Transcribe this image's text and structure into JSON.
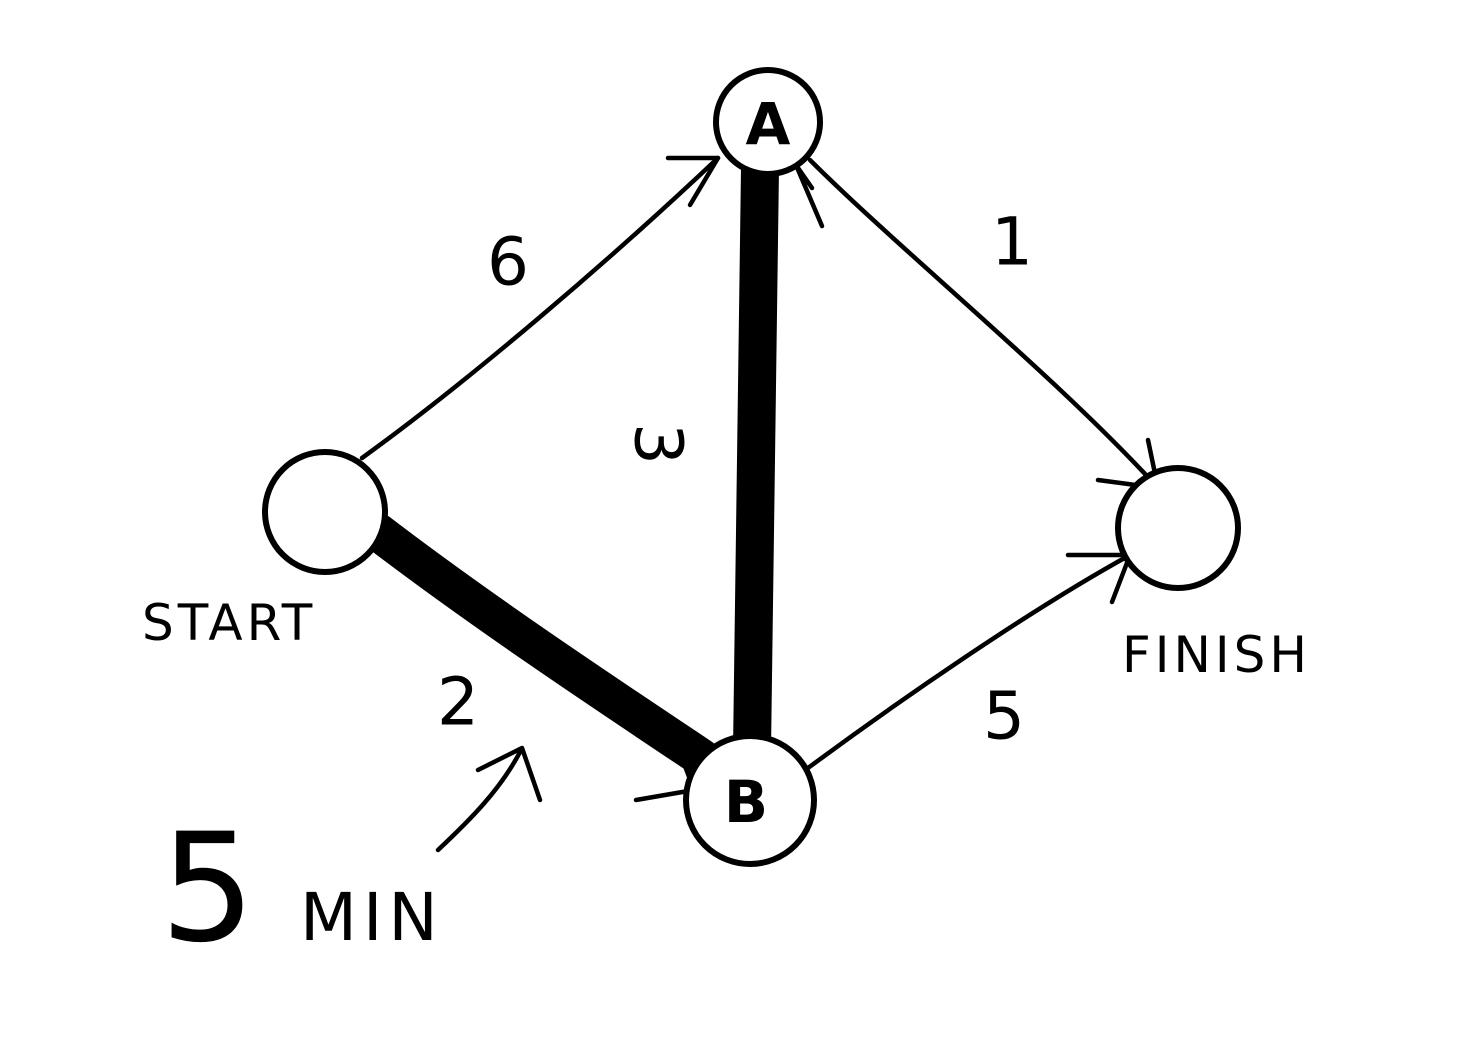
{
  "graph": {
    "nodes": [
      {
        "id": "start",
        "letter": "",
        "caption": "START"
      },
      {
        "id": "a",
        "letter": "A",
        "caption": ""
      },
      {
        "id": "b",
        "letter": "B",
        "caption": ""
      },
      {
        "id": "finish",
        "letter": "",
        "caption": "FINISH"
      }
    ],
    "edges": [
      {
        "id": "start-a",
        "from": "start",
        "to": "a",
        "weight": "6",
        "highlighted": false
      },
      {
        "id": "start-b",
        "from": "start",
        "to": "b",
        "weight": "2",
        "highlighted": true
      },
      {
        "id": "b-a",
        "from": "b",
        "to": "a",
        "weight": "3",
        "highlighted": true
      },
      {
        "id": "a-finish",
        "from": "a",
        "to": "finish",
        "weight": "1",
        "highlighted": false
      },
      {
        "id": "b-finish",
        "from": "b",
        "to": "finish",
        "weight": "5",
        "highlighted": false
      }
    ]
  },
  "annotation": {
    "number": "5",
    "unit": "MIN"
  }
}
